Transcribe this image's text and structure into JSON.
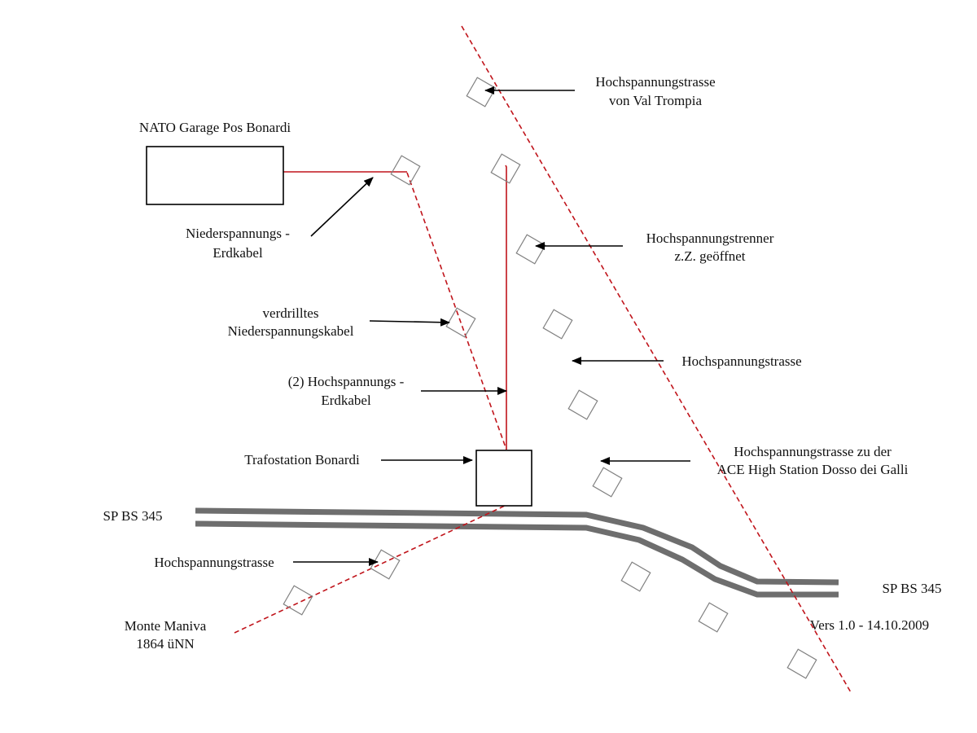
{
  "colors": {
    "background": "#ffffff",
    "power_line": "#c0141b",
    "road": "#6e6e6e",
    "pylon": "#808080",
    "arrow": "#000000",
    "box": "#000000"
  },
  "labels": {
    "nato_garage": "NATO Garage Pos Bonardi",
    "ls_ground_cable_1": "Niederspannungs -",
    "ls_ground_cable_2": "Erdkabel",
    "twisted_cable_1": "verdrilltes",
    "twisted_cable_2": "Niederspannungskabel",
    "hv_ground_cable_1": "(2) Hochspannungs -",
    "hv_ground_cable_2": "Erdkabel",
    "transformer": "Trafostation Bonardi",
    "road_left": "SP BS 345",
    "hv_route_left": "Hochspannungstrasse",
    "monte_maniva_1": "Monte Maniva",
    "monte_maniva_2": "1864 üNN",
    "hv_route_trompia_1": "Hochspannungstrasse",
    "hv_route_trompia_2": "von Val Trompia",
    "hv_disconnector_1": "Hochspannungstrenner",
    "hv_disconnector_2": "z.Z. geöffnet",
    "hv_route_mid": "Hochspannungstrasse",
    "hv_route_ace_1": "Hochspannungstrasse zu der",
    "hv_route_ace_2": "ACE High Station Dosso dei Galli",
    "road_right": "SP BS 345",
    "version": "Vers 1.0 - 14.10.2009"
  },
  "symbols": {
    "pylon": "pylon-square-icon",
    "arrow": "arrow-icon"
  }
}
